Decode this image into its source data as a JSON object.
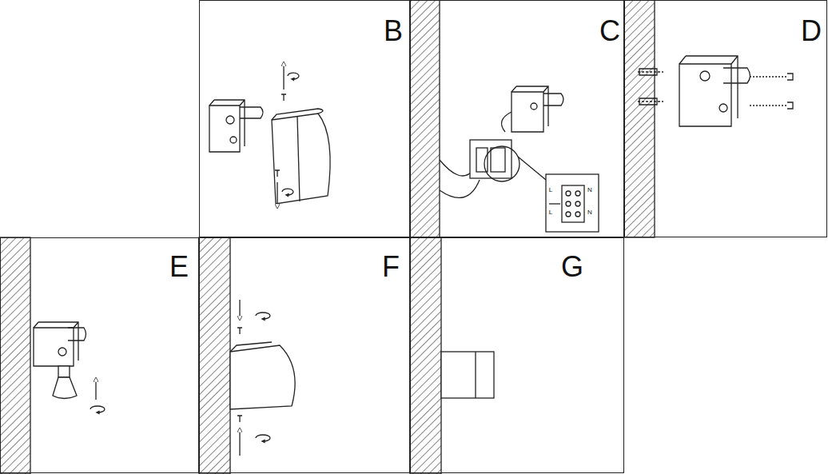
{
  "diagram": {
    "nodes": [
      {
        "text": [
          "B"
        ]
      },
      {
        "text": [
          "C"
        ]
      },
      {
        "text": [
          "D"
        ]
      },
      {
        "text": [
          "E"
        ]
      },
      {
        "text": [
          "F"
        ]
      },
      {
        "text": [
          "G"
        ]
      }
    ],
    "labels": [
      "L",
      "N",
      "L",
      "N"
    ]
  }
}
